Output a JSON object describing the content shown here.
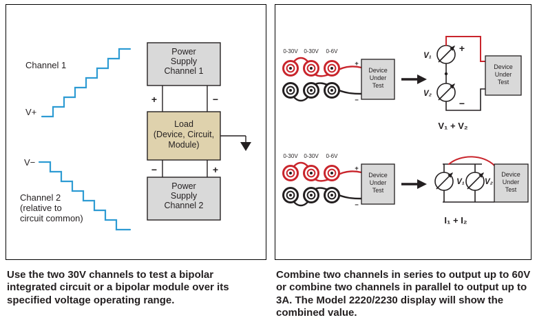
{
  "colors": {
    "blue": "#2d9bd3",
    "red": "#c9252c",
    "ink": "#231f20",
    "box_gray": "#d9d9d9",
    "box_tan": "#dfd2ad"
  },
  "sym": {
    "plus": "+",
    "minus": "−"
  },
  "left": {
    "channel1": "Channel 1",
    "vplus": "V+",
    "vminus": "V−",
    "channel2": [
      "Channel 2",
      "(relative to",
      "circuit common)"
    ],
    "ps1": [
      "Power",
      "Supply",
      "Channel 1"
    ],
    "load": [
      "Load",
      "(Device, Circuit,",
      "Module)"
    ],
    "ps2": [
      "Power",
      "Supply",
      "Channel 2"
    ],
    "caption": "Use the two 30V channels to test a bipolar integrated circuit or a bipolar module over its specified voltage operating range."
  },
  "right": {
    "terminals": [
      "0-30V",
      "0-30V",
      "0-6V"
    ],
    "dut": [
      "Device",
      "Under",
      "Test"
    ],
    "series": {
      "v1": "V₁",
      "v2": "V₂",
      "result": "V₁ + V₂"
    },
    "parallel": {
      "v1": "V₁",
      "v2": "V₂",
      "result": "I₁ + I₂"
    },
    "caption": "Combine two channels in series to output up to 60V or combine two channels in parallel to output up to 3A. The Model 2220/2230 display will show the combined value."
  }
}
